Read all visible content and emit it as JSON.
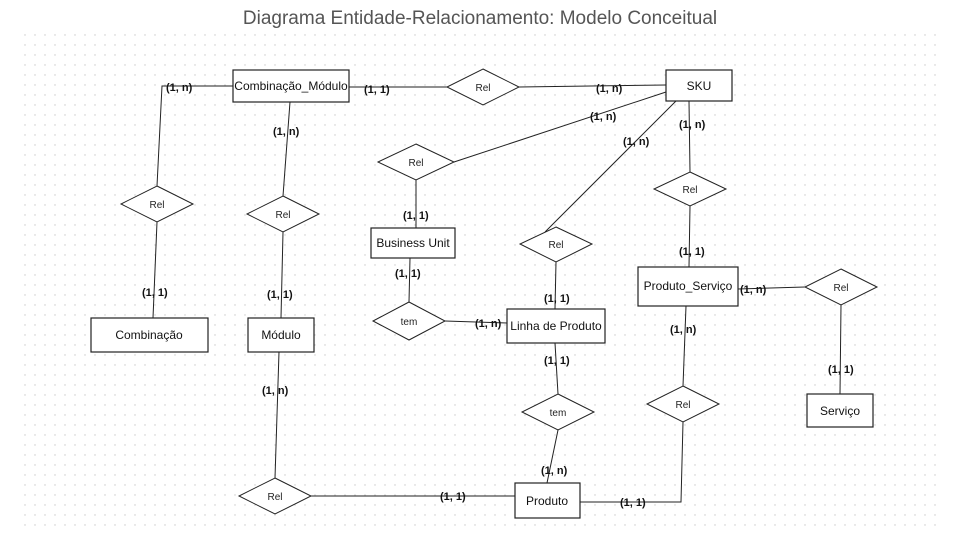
{
  "title": "Diagrama Entidade-Relacionamento: Modelo Conceitual",
  "colors": {
    "stroke": "#222222",
    "grid_dot": "#c8c8c8",
    "title": "#555555"
  },
  "entities": {
    "combinacao_modulo": "Combinação_Módulo",
    "sku": "SKU",
    "business_unit": "Business Unit",
    "linha_de_produto": "Linha de Produto",
    "produto_servico": "Produto_Serviço",
    "combinacao": "Combinação",
    "modulo": "Módulo",
    "servico": "Serviço",
    "produto": "Produto"
  },
  "relationships": {
    "cm_sku": "Rel",
    "comb_cm": "Rel",
    "mod_cm": "Rel",
    "bu_sku": "Rel",
    "lp_sku": "Rel",
    "ps_sku": "Rel",
    "ps_serv": "Rel",
    "bu_lp": "tem",
    "lp_prod": "tem",
    "mod_prod": "Rel",
    "ps_prod": "Rel"
  },
  "cardinalities": {
    "cm_left": "(1, n)",
    "cm_right": "(1, 1)",
    "sku_left": "(1, n)",
    "cm_bottom": "(1, n)",
    "comb_top": "(1, 1)",
    "mod_top": "(1, 1)",
    "sku_bu": "(1, n)",
    "sku_lp": "(1, n)",
    "sku_ps": "(1, n)",
    "bu_top": "(1, 1)",
    "bu_bottom": "(1, 1)",
    "lp_left": "(1, n)",
    "lp_top": "(1, 1)",
    "lp_bottom": "(1, 1)",
    "ps_top": "(1, 1)",
    "ps_right": "(1, n)",
    "ps_bottom": "(1, n)",
    "serv_top": "(1, 1)",
    "mod_bottom": "(1, n)",
    "prod_top": "(1, n)",
    "prod_left": "(1, 1)",
    "prod_right": "(1, 1)"
  }
}
